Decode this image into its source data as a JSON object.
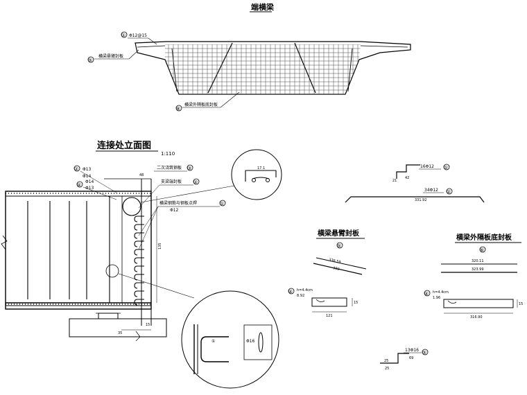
{
  "titles": {
    "end_beam": "端横梁",
    "connection": "连接处立面图",
    "connection_scale": "1:110",
    "cantilever_plate": "横梁悬臂封板",
    "cantilever_plate_no": "⑤",
    "diaphragm_plate": "横梁外隔板底封板",
    "diaphragm_plate_no": "⑥"
  },
  "top_section": {
    "rebar_callout": "Φ12@15",
    "cantilever_label": "横梁悬臂封板",
    "diaphragm_label": "横梁外隔板底封板",
    "marker_1": "①",
    "marker_5": "⑤",
    "marker_6": "⑥"
  },
  "connection": {
    "rebar_a": "Φ13",
    "rebar_b": "Φ14",
    "rebar_c": "Φ14",
    "rebar_d": "Φ13",
    "seal_plate": "二次浇筑钢板",
    "seal_label": "支梁端封板",
    "stirrup_label": "横梁钢筋与钢板点焊",
    "dim_top": "48",
    "dim_side": "135",
    "dim_bottom_1": "35",
    "dim_bottom_2": "15",
    "marker_2": "②",
    "marker_3": "③",
    "marker_4": "④",
    "marker_1": "①",
    "marker_1b": "①",
    "marker_2b": "②",
    "bar_grade": "Φ12",
    "detail_dim": "17.1",
    "detail_rebar": "Φ16"
  },
  "bar_shapes": {
    "shape1_label": "16Φ12",
    "shape1_dim_a": "42",
    "shape1_dim_b": "21",
    "shape1_marker": "①",
    "shape2_label": "34Φ12",
    "shape2_dim": "331.92",
    "shape2_marker": "②"
  },
  "plate5": {
    "len_top": "336.59",
    "len_bottom": "332",
    "dims": "h=4.4cm",
    "dim_2": "8.92",
    "width": "121",
    "thickness": "15",
    "marker": "④"
  },
  "plate6": {
    "len_top": "320.11",
    "len_bottom": "323.99",
    "dims": "h=4.4cm",
    "dim_2": "1.96",
    "width": "316.90",
    "thickness": "15",
    "marker": "④"
  },
  "bottom_bar": {
    "label": "13Φ16",
    "dim_a": "69",
    "dim_b": "25",
    "dim_c": "25",
    "marker": "⑤"
  }
}
